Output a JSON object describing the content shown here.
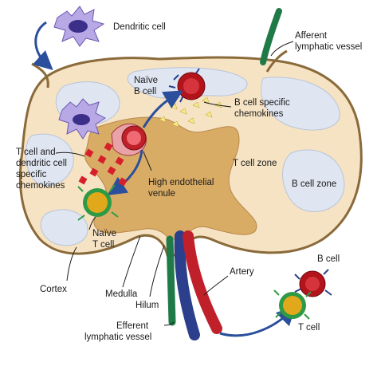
{
  "labels": {
    "dendritic_cell": "Dendritic cell",
    "afferent_1": "Afferent",
    "afferent_2": "lymphatic vessel",
    "naive_b_1": "Naïve",
    "naive_b_2": "B cell",
    "b_chemo_1": "B cell specific",
    "b_chemo_2": "chemokines",
    "t_dc_1": "T cell and",
    "t_dc_2": "dendritic cell",
    "t_dc_3": "specific",
    "t_dc_4": "chemokines",
    "hev_1": "High endothelial",
    "hev_2": "venule",
    "t_zone": "T cell zone",
    "b_zone": "B cell zone",
    "naive_t_1": "Naïve",
    "naive_t_2": "T cell",
    "cortex": "Cortex",
    "medulla": "Medulla",
    "hilum": "Hilum",
    "artery": "Artery",
    "b_cell": "B cell",
    "t_cell": "T cell",
    "efferent_1": "Efferent",
    "efferent_2": "lymphatic vessel"
  },
  "colors": {
    "capsule_fill": "#f6e3c4",
    "capsule_stroke": "#8a6a3a",
    "follicle_fill": "#dfe6f2",
    "medulla_fill": "#d9ac66",
    "arrow_blue": "#2b4f9c",
    "chemokine_red": "#d61f2b",
    "chemokine_yellow": "#f7ea8c",
    "b_cell_red": "#b3141c",
    "t_cell_green": "#2e9a45",
    "t_cell_yellow": "#e0a81a",
    "vessel_red": "#c0202a",
    "vessel_blue": "#2b3f8c",
    "vessel_green": "#1f7a48",
    "dendritic_purple": "#8c74c8"
  }
}
